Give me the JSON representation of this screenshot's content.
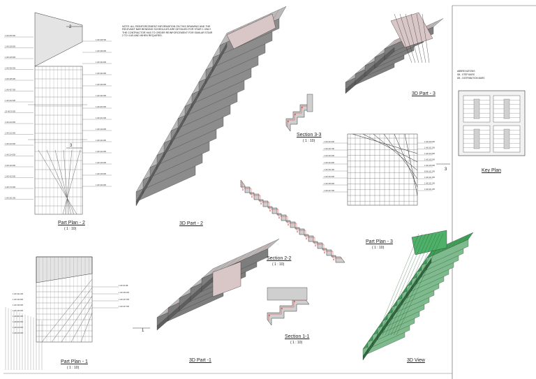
{
  "titles": {
    "part_plan_2": "Part Plan - 2",
    "part_plan_1": "Part Plan - 1",
    "part_plan_3": "Part Plan - 3",
    "part_3d_1": "3D Part -1",
    "part_3d_2": "3D Part - 2",
    "part_3d_3": "3D Part - 3",
    "view_3d": "3D View",
    "section_1_1": "Section 1-1",
    "section_2_2": "Section 2-2",
    "section_3_3": "Section 3-3",
    "key_plan": "Key Plan"
  },
  "scales": {
    "part_plan_2": "( 1 : 10)",
    "part_plan_1": "( 1 : 10)",
    "part_plan_3": "( 1 : 10)",
    "section_1_1": "( 1 : 10)",
    "section_2_2": "( 1 : 10)",
    "section_3_3": "( 1 : 10)"
  },
  "note": "NOTE: ALL REINFORCEMENT INFORMATION ON THIS DRAWING AND THE RELEVANT BAR BENDING SCHEDULES ARE DETAILED FOR STAIR 1 ONLY. THE CONTRACTOR HAS TO ORDER REINFORCEMENT FOR SIMILAR STAIR 2 TO 4 AS AND WHEN REQUIRED.",
  "abbreviations": {
    "heading": "ABBREVIATIONS",
    "items": [
      {
        "code": "SB",
        "meaning": "STEP BARS"
      },
      {
        "code": "DB",
        "meaning": "DISTRIBUTION BARS"
      }
    ]
  },
  "markers": {
    "plan2_cut_2": "2",
    "plan2_cut_3": "3",
    "plan1_cut_1": "1",
    "plan3_cut_3": "3"
  },
  "bar_labels": {
    "plan2_left": [
      "1 H8 206 DB",
      "1 H8 108 DB",
      "1 H8 105 DB",
      "1 H8 426 DB",
      "1 H8 425 DB",
      "1 H8 427 DB",
      "1 H8 102 DB",
      "23 H8 30 DB",
      "1 H8 210 DB",
      "1 H8 212 DB",
      "1 H8 213 DB",
      "1 H8 214 DB",
      "1 H8 410 DB",
      "1 H8 413 DB",
      "1 H8 172 DB",
      "1 H8 161 DB"
    ],
    "plan2_right": [
      "1 H8 108 SB",
      "1 H8 436 DB",
      "1 H8 434 DB",
      "1 H8 432 DB",
      "1 H8 430 DB",
      "1 H8 432 DB",
      "1 H8 200 DB",
      "1 H8 104 SB",
      "1 H8 410 DB",
      "1 H8 411 DB",
      "1 H8 412 DB",
      "1 H8 416 DB",
      "1 H8 415 DB",
      "1 H8 420 DB"
    ],
    "plan1_left": [
      "1 H8 191 DB",
      "1 H8 193 DB",
      "1 H8 195 DB",
      "1 H8 199 DB",
      "1 H8 201 DB",
      "1 H8 203 DB",
      "1 H8 210 DB",
      "1 H8 216 DB"
    ],
    "plan1_right": [
      "1 H8 36 DB",
      "1 H8 236 DB",
      "1 H8 237 DB",
      "1 H8 237 DB"
    ],
    "plan3_left": [
      "1 H8 103 DB",
      "1 H8 102 SB",
      "1 H8 100 DB",
      "1 H8 104 DB",
      "1 H8 231 DB",
      "1 H8 233 DB",
      "1 H8 235 DB",
      "1 H8 107 DB"
    ],
    "plan3_right": [
      "1 H8 100 DB",
      "1 H8 101 DB",
      "1 H8 104 DB",
      "1 H8 105 DB",
      "1 H8 105 DB",
      "8 H8 101 DB",
      "1 H8 101 DB",
      "1 H8 101 DB",
      "1 H8 101 DB"
    ]
  },
  "colors": {
    "stair_grey": "#b9b9b9",
    "stair_dark": "#5e5e5e",
    "landing_pink": "#d9c6c6",
    "view3d_green": "#3aa15a",
    "rebar_red": "#d42020",
    "line": "#333333"
  }
}
